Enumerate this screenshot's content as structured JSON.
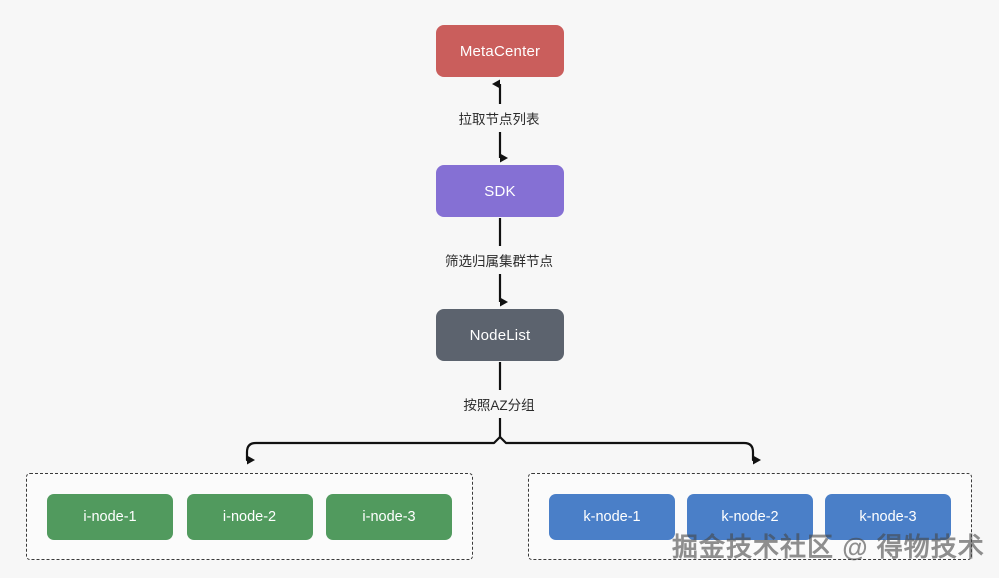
{
  "diagram": {
    "title": "Node discovery and AZ grouping flow",
    "background_color": "#f7f7f7",
    "nodes": {
      "metacenter": {
        "label": "MetaCenter",
        "color": "#ca5e5c"
      },
      "sdk": {
        "label": "SDK",
        "color": "#8570d4"
      },
      "nodelist": {
        "label": "NodeList",
        "color": "#5c636e"
      }
    },
    "edge_labels": {
      "pull": "拉取节点列表",
      "filter": "筛选归属集群节点",
      "group": "按照AZ分组"
    },
    "groups": [
      {
        "name": "az-group-i",
        "node_color": "#519a5e",
        "nodes": [
          {
            "label": "i-node-1"
          },
          {
            "label": "i-node-2"
          },
          {
            "label": "i-node-3"
          }
        ]
      },
      {
        "name": "az-group-k",
        "node_color": "#4a7fc8",
        "nodes": [
          {
            "label": "k-node-1"
          },
          {
            "label": "k-node-2"
          },
          {
            "label": "k-node-3"
          }
        ]
      }
    ],
    "watermark": "掘金技术社区 @ 得物技术"
  }
}
